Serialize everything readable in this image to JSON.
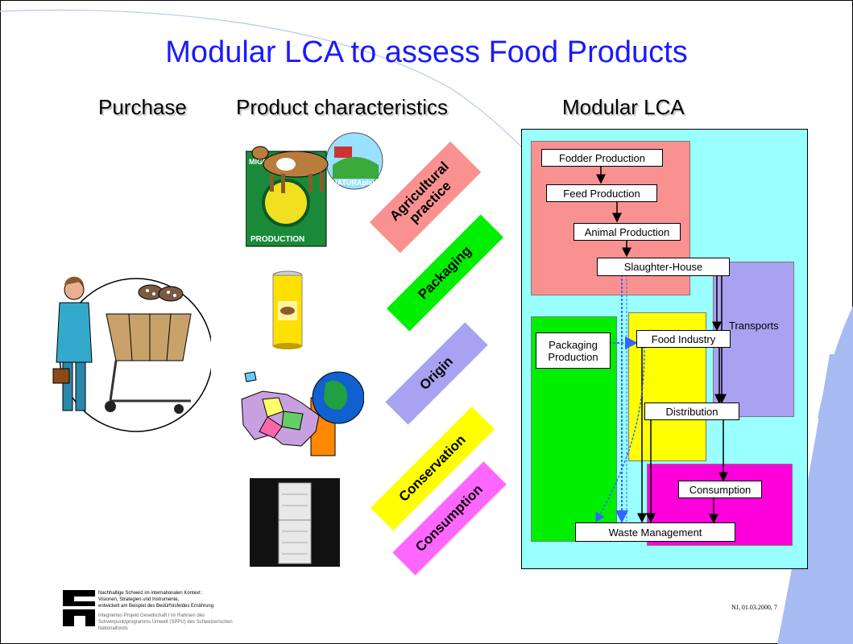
{
  "slide": {
    "title": "Modular LCA to assess Food Products",
    "column_headers": {
      "purchase": "Purchase",
      "characteristics": "Product characteristics",
      "modular": "Modular LCA"
    },
    "labels": {
      "agricultural_1": "Agricultural",
      "agricultural_2": "practice",
      "packaging": "Packaging",
      "origin": "Origin",
      "conservation": "Conservation",
      "consumption": "Consumption"
    },
    "images": {
      "cert_sticker_1": "MIGROS",
      "cert_sticker_2": "PRODUCTION",
      "naturaplan": "NATURAplan"
    },
    "modules": {
      "fodder": "Fodder Production",
      "feed": "Feed Production",
      "animal": "Animal Production",
      "slaughter": "Slaughter-House",
      "transports": "Transports",
      "packaging_1": "Packaging",
      "packaging_2": "Production",
      "food_industry": "Food Industry",
      "distribution": "Distribution",
      "consumption": "Consumption",
      "waste": "Waste Management"
    },
    "footer": {
      "line1": "Nachhaltige Schweiz im internationalen Kontext :",
      "line2": "Visionen, Strategien und Instrumente,",
      "line3": "entwickelt am Beispiel des Bedürfnisfeldes Ernährung",
      "line4": "Integriertes Projekt Gesellschaft I im Rahmen des",
      "line5": "Schwerpunktprogramms Umwelt (SPPU) des Schweizerischen",
      "line6": "Nationalfonds"
    },
    "page_number": "NJ,  01.03.2000, 7"
  },
  "colors": {
    "title": "#1a1aff",
    "agricultural": "#fa9191",
    "packaging": "#00ee00",
    "origin": "#a9a2f0",
    "conservation": "#ffff00",
    "consumption": "#ff66ff",
    "panel": "#99ffff"
  }
}
